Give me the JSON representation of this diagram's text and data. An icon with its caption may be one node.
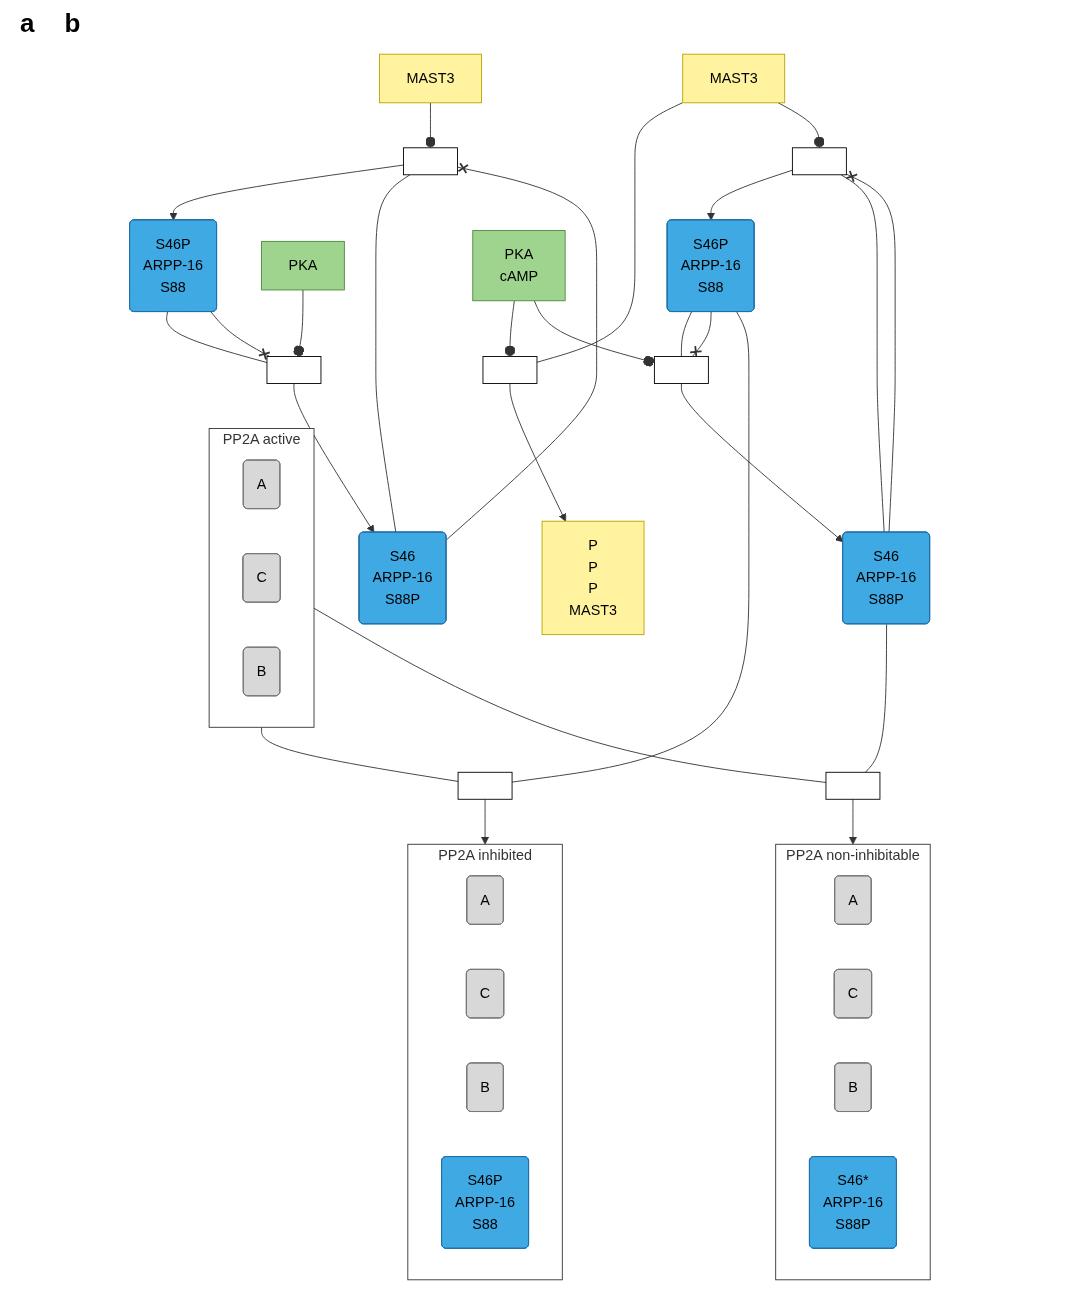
{
  "diagram": {
    "nodes": [
      {
        "text": [
          "MAST3"
        ]
      },
      {
        "text": [],
        "shape": "box"
      },
      {
        "text": [
          "S46P",
          "ARPP-16",
          "S88"
        ]
      },
      {
        "text": [
          "S46",
          "ARPP-16",
          "S88P"
        ]
      },
      {
        "text": [],
        "shape": "box"
      },
      {
        "text": [
          "PKA"
        ]
      },
      {
        "text": [
          "MAST3"
        ]
      },
      {
        "text": [],
        "shape": "box"
      },
      {
        "text": [
          "P",
          "P",
          "P",
          "MAST3"
        ]
      },
      {
        "text": [],
        "shape": "box"
      },
      {
        "text": [
          "S46P",
          "ARPP-16",
          "S88"
        ]
      },
      {
        "text": [
          "S46",
          "ARPP-16",
          "S88P"
        ]
      },
      {
        "text": [],
        "shape": "box"
      },
      {
        "text": [
          "PKA",
          "cAMP"
        ]
      },
      {
        "text": [
          "PP2A"
        ],
        "beside": [
          "inhibited"
        ]
      },
      {
        "text": [
          "A"
        ],
        "in": 14
      },
      {
        "text": [
          "C"
        ],
        "in": 14
      },
      {
        "text": [
          "B"
        ],
        "in": 14
      },
      {
        "text": [
          "S46P",
          "ARPP-16",
          "S88"
        ],
        "in": 14
      },
      {
        "text": [],
        "shape": "box"
      },
      {
        "text": [
          "PP2A"
        ],
        "beside": [
          "active"
        ]
      },
      {
        "text": [
          "A"
        ],
        "in": 20
      },
      {
        "text": [
          "C"
        ],
        "in": 20
      },
      {
        "text": [
          "B"
        ],
        "in": 20
      },
      {
        "text": [],
        "shape": "box"
      },
      {
        "text": [
          "PP2A"
        ],
        "beside": [
          "non-inhibitable"
        ]
      },
      {
        "text": [
          "A"
        ],
        "in": 25
      },
      {
        "text": [
          "C"
        ],
        "in": 25
      },
      {
        "text": [
          "B"
        ],
        "in": 25
      },
      {
        "text": [
          "S46*",
          "ARPP-16",
          "S88P"
        ],
        "in": 25
      }
    ],
    "edges": [
      {
        "from": 3,
        "to": 1,
        "arrow": "none"
      },
      {
        "from": 1,
        "to": 2,
        "arrow": "to"
      },
      {
        "from": 0,
        "to": 1,
        "arrow": "other"
      },
      {
        "from": 3,
        "to": 1,
        "arrow": "other"
      },
      {
        "from": 2,
        "to": 4,
        "arrow": "none"
      },
      {
        "from": 4,
        "to": 3,
        "arrow": "to"
      },
      {
        "from": 2,
        "to": 4,
        "arrow": "other"
      },
      {
        "from": 5,
        "to": 4,
        "arrow": "other"
      },
      {
        "from": 6,
        "to": 7,
        "arrow": "none"
      },
      {
        "from": 7,
        "to": 8,
        "arrow": "to"
      },
      {
        "from": 13,
        "to": 7,
        "arrow": "other"
      },
      {
        "from": 6,
        "to": 9,
        "arrow": "other"
      },
      {
        "from": 11,
        "to": 9,
        "arrow": "none"
      },
      {
        "from": 9,
        "to": 10,
        "arrow": "to"
      },
      {
        "from": 11,
        "to": 9,
        "arrow": "other"
      },
      {
        "from": 10,
        "to": 12,
        "arrow": "none"
      },
      {
        "from": 12,
        "to": 11,
        "arrow": "to"
      },
      {
        "from": 10,
        "to": 12,
        "arrow": "other"
      },
      {
        "from": 13,
        "to": 12,
        "arrow": "other"
      },
      {
        "from": 20,
        "to": 19,
        "arrow": "none"
      },
      {
        "from": 10,
        "to": 19,
        "arrow": "none"
      },
      {
        "from": 19,
        "to": 14,
        "arrow": "to"
      },
      {
        "from": 20,
        "to": 24,
        "arrow": "none"
      },
      {
        "from": 11,
        "to": 24,
        "arrow": "none"
      },
      {
        "from": 24,
        "to": 25,
        "arrow": "to"
      }
    ],
    "labels": [
      "a",
      "b"
    ]
  }
}
